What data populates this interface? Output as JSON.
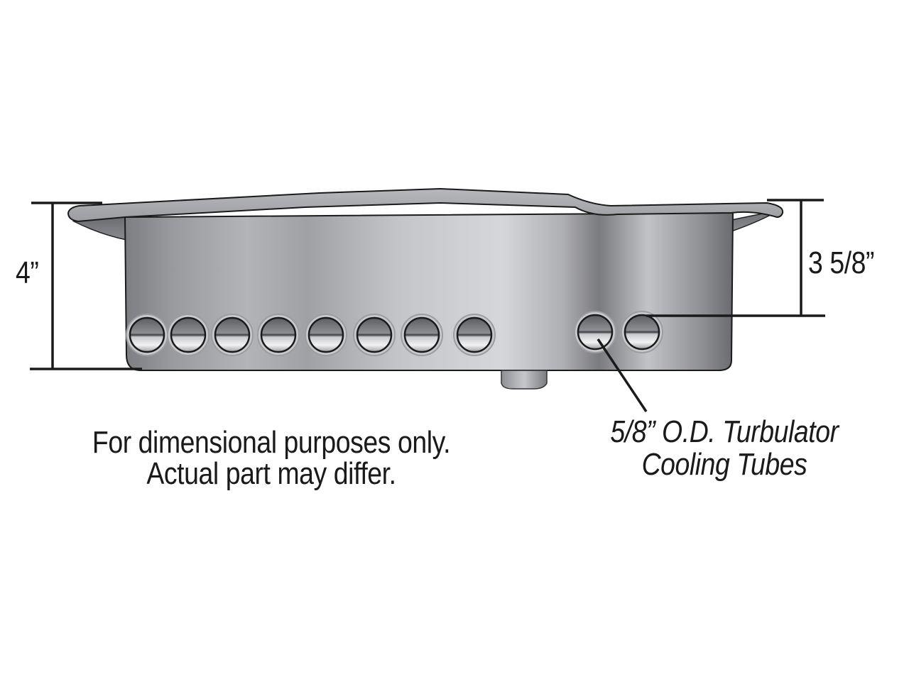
{
  "diagram": {
    "subject": "transmission pan side view",
    "dimensions": {
      "overall_height": "4”",
      "flange_to_tube_height": "3 5/8”"
    },
    "disclaimer": {
      "line1": "For dimensional purposes only.",
      "line2": "Actual part may differ."
    },
    "callout": {
      "line1": "5/8” O.D. Turbulator",
      "line2": "Cooling Tubes"
    },
    "tube_count": 10,
    "colors": {
      "background": "#ffffff",
      "line": "#1a1a1a",
      "metal_light": "#d4d5d8",
      "metal_mid": "#a8a9ad",
      "metal_dark": "#6f7074"
    }
  }
}
